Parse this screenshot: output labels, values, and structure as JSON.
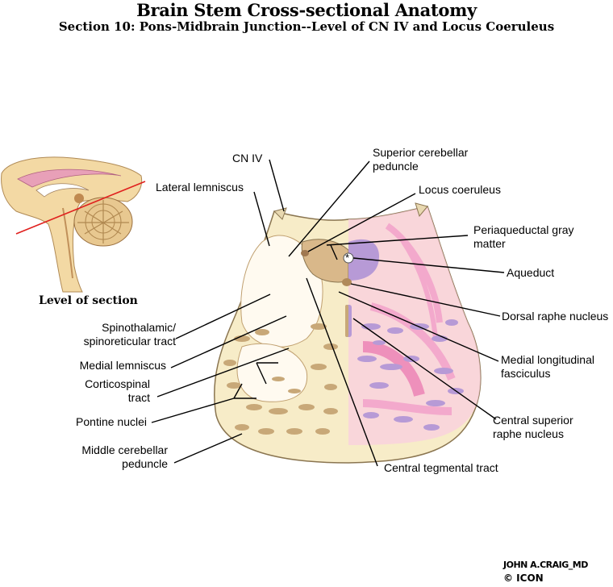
{
  "title": "Brain Stem Cross-sectional Anatomy",
  "subtitle": "Section 10:  Pons-Midbrain Junction--Level of CN IV and Locus Coeruleus",
  "inset": {
    "caption": "Level of section"
  },
  "labels": {
    "cn4": "CN IV",
    "lateral_lemniscus": "Lateral lemniscus",
    "sup_cerebellar_peduncle_1": "Superior cerebellar",
    "sup_cerebellar_peduncle_2": "peduncle",
    "locus_coeruleus": "Locus coeruleus",
    "periaqueductal_1": "Periaqueductal gray",
    "periaqueductal_2": "matter",
    "aqueduct": "Aqueduct",
    "dorsal_raphe": "Dorsal raphe nucleus",
    "mlf_1": "Medial longitudinal",
    "mlf_2": "fasciculus",
    "central_superior_raphe_1": "Central superior",
    "central_superior_raphe_2": "raphe nucleus",
    "central_tegmental": "Central tegmental tract",
    "spinothalamic_1": "Spinothalamic/",
    "spinothalamic_2": "spinoreticular tract",
    "medial_lemniscus": "Medial lemniscus",
    "corticospinal_1": "Corticospinal",
    "corticospinal_2": "tract",
    "pontine_nuclei": "Pontine nuclei",
    "middle_cerebellar_1": "Middle cerebellar",
    "middle_cerebellar_2": "peduncle"
  },
  "signature": "JOHN A.CRAIG_MD",
  "copyright": "© ICON",
  "colors": {
    "tissue": "#f7ecc8",
    "white_matter": "#fffaf0",
    "tan": "#c8a878",
    "pink": "#f3a9cc",
    "lavender": "#b79ad6",
    "outline": "#8a7550",
    "red_line": "#e0201e"
  }
}
